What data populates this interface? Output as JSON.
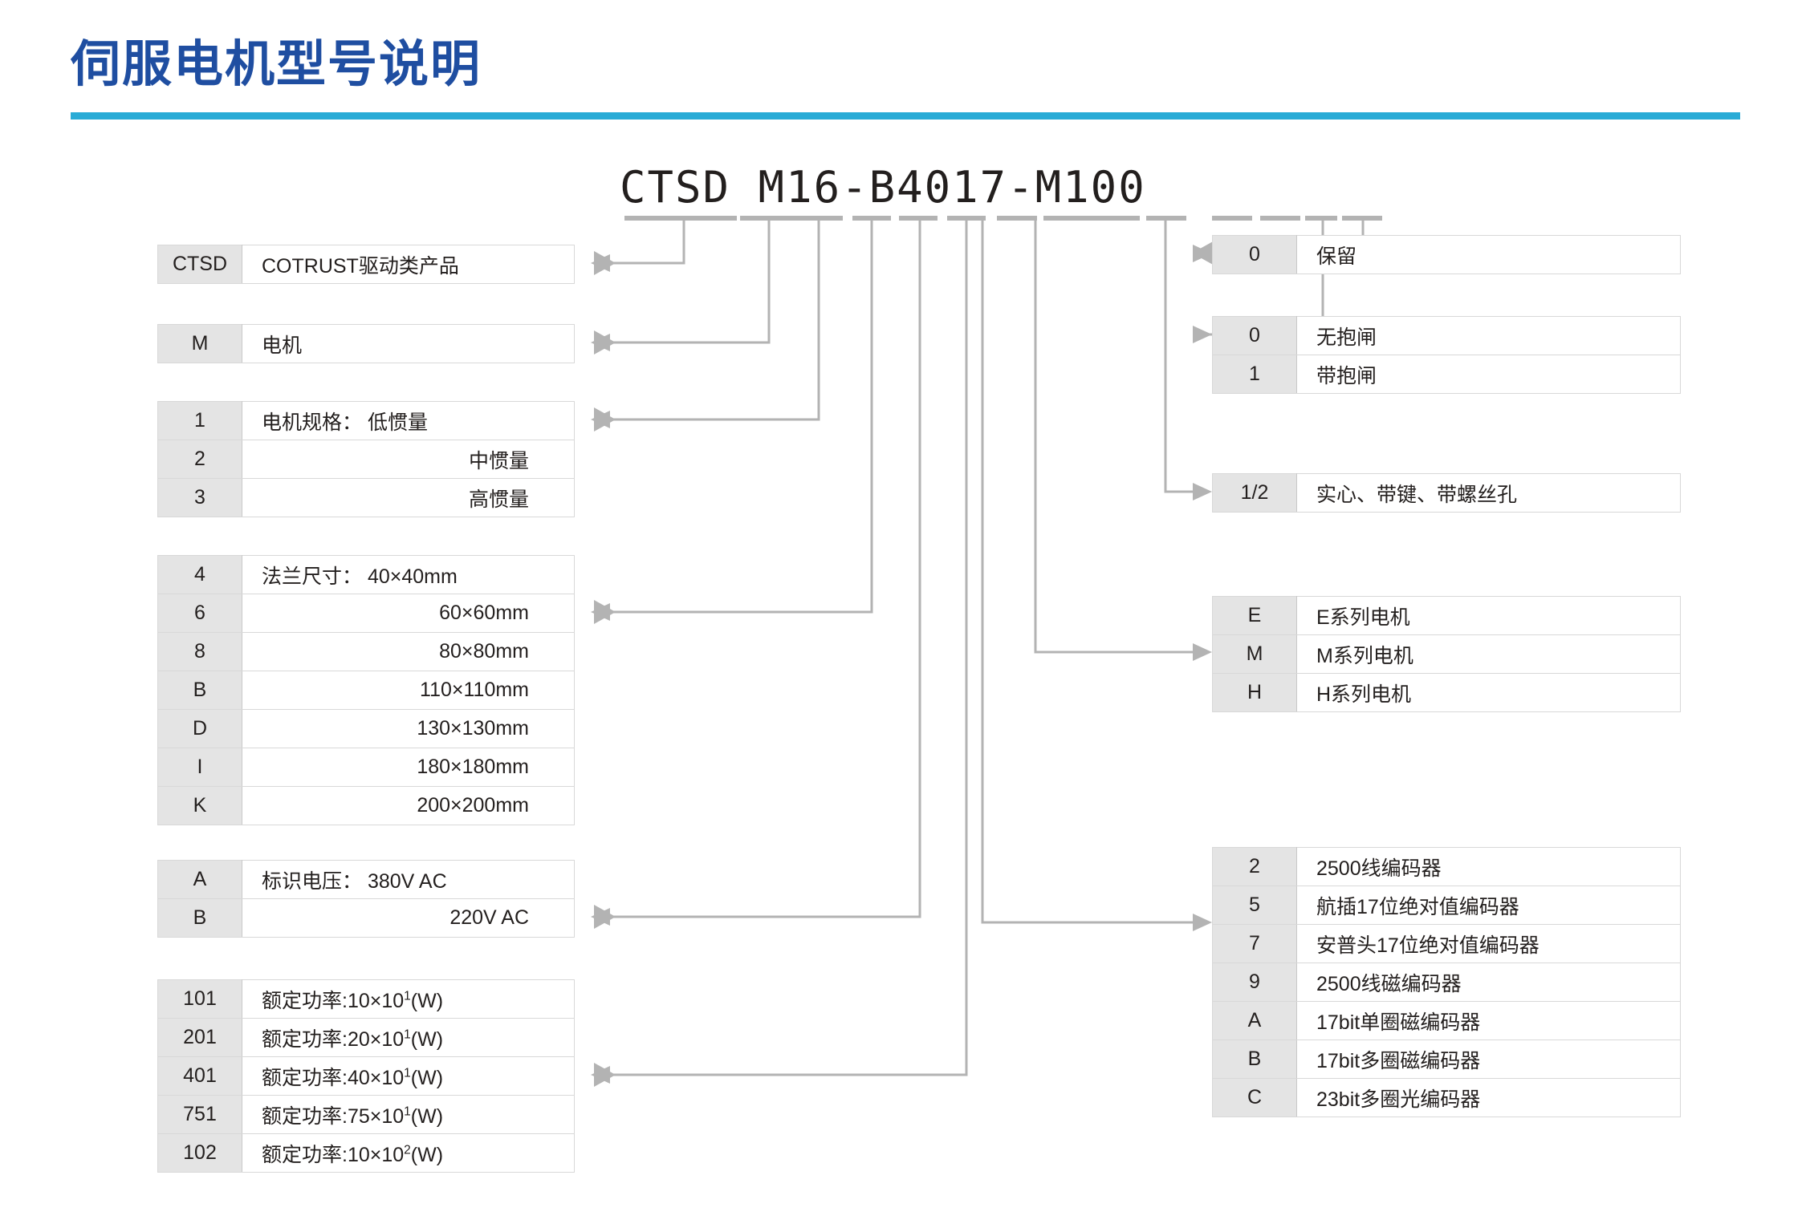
{
  "page": {
    "title": "伺服电机型号说明",
    "accent_color": "#29abd6",
    "title_color": "#1f4ea1",
    "model_code": "CTSD M16-B4017-M100"
  },
  "left_tables": [
    {
      "name": "product-family",
      "rows": [
        {
          "code": "CTSD",
          "desc": "COTRUST驱动类产品",
          "align": "left"
        }
      ]
    },
    {
      "name": "product-type",
      "rows": [
        {
          "code": "M",
          "desc": "电机",
          "align": "left"
        }
      ]
    },
    {
      "name": "motor-spec",
      "rows": [
        {
          "code": "1",
          "desc": "电机规格： 低惯量",
          "align": "lead"
        },
        {
          "code": "2",
          "desc": "中惯量",
          "align": "right"
        },
        {
          "code": "3",
          "desc": "高惯量",
          "align": "right"
        }
      ]
    },
    {
      "name": "flange-size",
      "rows": [
        {
          "code": "4",
          "desc": "法兰尺寸： 40×40mm",
          "align": "lead"
        },
        {
          "code": "6",
          "desc": "60×60mm",
          "align": "right"
        },
        {
          "code": "8",
          "desc": "80×80mm",
          "align": "right"
        },
        {
          "code": "B",
          "desc": "110×110mm",
          "align": "right"
        },
        {
          "code": "D",
          "desc": "130×130mm",
          "align": "right"
        },
        {
          "code": "I",
          "desc": "180×180mm",
          "align": "right"
        },
        {
          "code": "K",
          "desc": "200×200mm",
          "align": "right"
        }
      ]
    },
    {
      "name": "rated-voltage",
      "rows": [
        {
          "code": "A",
          "desc": "标识电压： 380V AC",
          "align": "lead"
        },
        {
          "code": "B",
          "desc": "220V AC",
          "align": "right"
        }
      ]
    },
    {
      "name": "rated-power",
      "rows": [
        {
          "code": "101",
          "desc": "额定功率:10×10<sup>1</sup>(W)",
          "align": "lead",
          "html": true
        },
        {
          "code": "201",
          "desc": "额定功率:20×10<sup>1</sup>(W)",
          "align": "lead",
          "html": true
        },
        {
          "code": "401",
          "desc": "额定功率:40×10<sup>1</sup>(W)",
          "align": "lead",
          "html": true
        },
        {
          "code": "751",
          "desc": "额定功率:75×10<sup>1</sup>(W)",
          "align": "lead",
          "html": true
        },
        {
          "code": "102",
          "desc": "额定功率:10×10<sup>2</sup>(W)",
          "align": "lead",
          "html": true
        }
      ]
    }
  ],
  "right_tables": [
    {
      "name": "reserved",
      "rows": [
        {
          "code": "0",
          "desc": "保留",
          "align": "left"
        }
      ]
    },
    {
      "name": "brake-option",
      "rows": [
        {
          "code": "0",
          "desc": "无抱闸",
          "align": "left"
        },
        {
          "code": "1",
          "desc": "带抱闸",
          "align": "left"
        }
      ]
    },
    {
      "name": "shaft-type",
      "rows": [
        {
          "code": "1/2",
          "desc": "实心、带键、带螺丝孔",
          "align": "left"
        }
      ]
    },
    {
      "name": "motor-series",
      "rows": [
        {
          "code": "E",
          "desc": "E系列电机",
          "align": "left"
        },
        {
          "code": "M",
          "desc": "M系列电机",
          "align": "left"
        },
        {
          "code": "H",
          "desc": "H系列电机",
          "align": "left"
        }
      ]
    },
    {
      "name": "encoder-type",
      "rows": [
        {
          "code": "2",
          "desc": "2500线编码器",
          "align": "left"
        },
        {
          "code": "5",
          "desc": "航插17位绝对值编码器",
          "align": "left"
        },
        {
          "code": "7",
          "desc": "安普头17位绝对值编码器",
          "align": "left"
        },
        {
          "code": "9",
          "desc": "2500线磁编码器",
          "align": "left"
        },
        {
          "code": "A",
          "desc": "17bit单圈磁编码器",
          "align": "left"
        },
        {
          "code": "B",
          "desc": "17bit多圈磁编码器",
          "align": "left"
        },
        {
          "code": "C",
          "desc": "23bit多圈光编码器",
          "align": "left"
        }
      ]
    }
  ]
}
